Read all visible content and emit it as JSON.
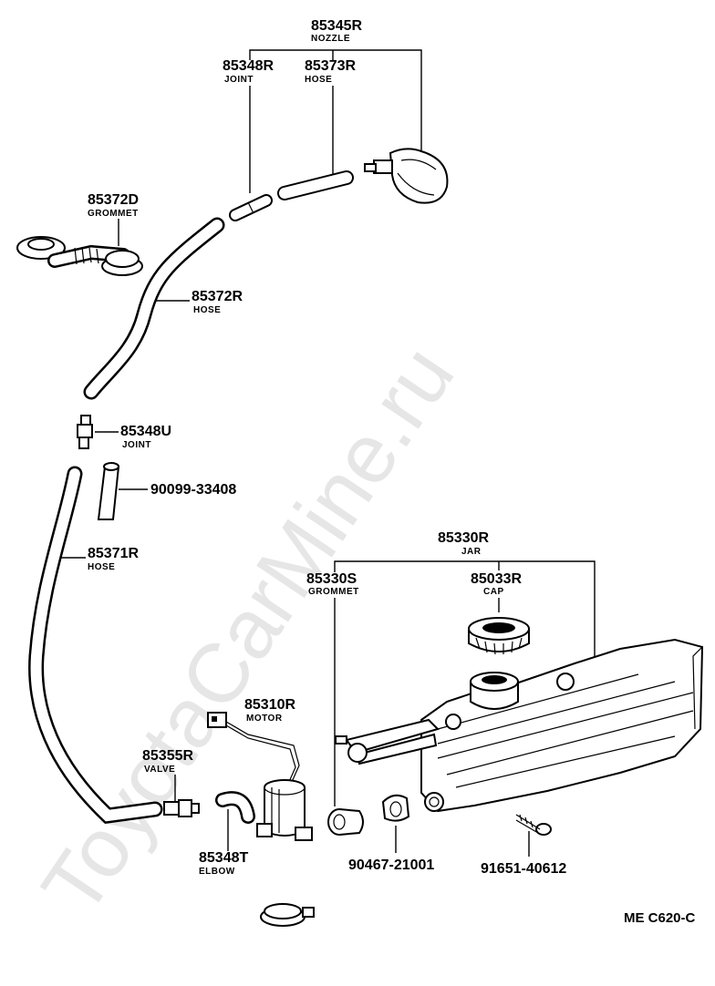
{
  "watermark": "ToyotaCarMine.ru",
  "diagram_code": "ME C620-C",
  "parts": {
    "nozzle": {
      "number": "85345R",
      "name": "NOZZLE"
    },
    "joint_top": {
      "number": "85348R",
      "name": "JOINT"
    },
    "hose_top": {
      "number": "85373R",
      "name": "HOSE"
    },
    "grommet_top": {
      "number": "85372D",
      "name": "GROMMET"
    },
    "hose_mid": {
      "number": "85372R",
      "name": "HOSE"
    },
    "joint_mid": {
      "number": "85348U",
      "name": "JOINT"
    },
    "tube": {
      "number": "90099-33408"
    },
    "hose_long": {
      "number": "85371R",
      "name": "HOSE"
    },
    "jar": {
      "number": "85330R",
      "name": "JAR"
    },
    "grommet_jar": {
      "number": "85330S",
      "name": "GROMMET"
    },
    "cap": {
      "number": "85033R",
      "name": "CAP"
    },
    "motor": {
      "number": "85310R",
      "name": "MOTOR"
    },
    "valve": {
      "number": "85355R",
      "name": "VALVE"
    },
    "elbow": {
      "number": "85348T",
      "name": "ELBOW"
    },
    "clip": {
      "number": "90467-21001"
    },
    "screw": {
      "number": "91651-40612"
    }
  }
}
